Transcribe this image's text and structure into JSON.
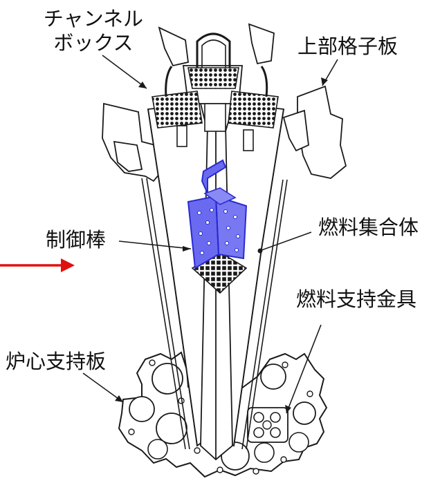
{
  "labels": {
    "channel_box_line1": "チャンネル",
    "channel_box_line2": "ボックス",
    "upper_grid_plate": "上部格子板",
    "control_rod": "制御棒",
    "fuel_assembly": "燃料集合体",
    "fuel_support": "燃料支持金具",
    "core_support_plate": "炉心支持板"
  },
  "colors": {
    "control_rod_fill": "#6a6af0",
    "control_rod_stroke": "#2a2ad0",
    "arrow": "#e11010",
    "line": "#1a1a1a",
    "background": "#ffffff"
  }
}
